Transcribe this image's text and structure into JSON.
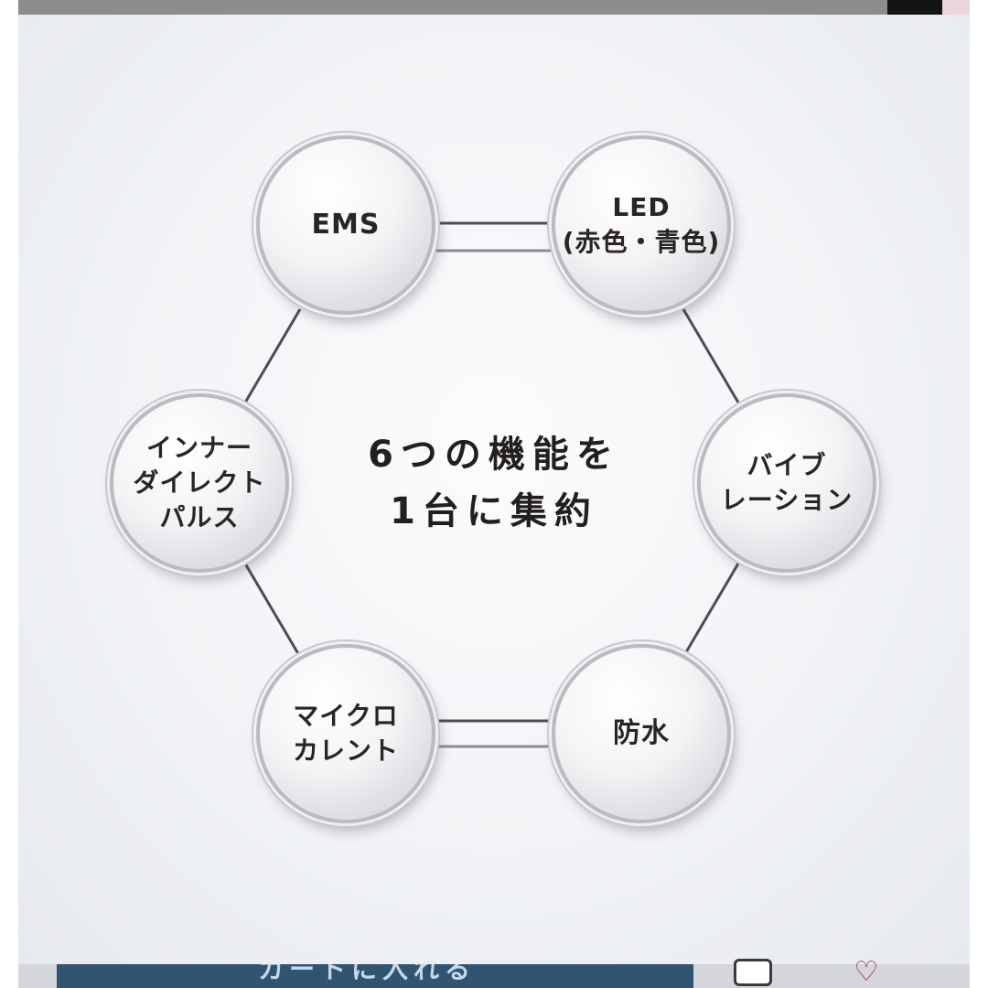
{
  "diagram": {
    "center_text": {
      "line1": "6つの機能を",
      "line2": "1台に集約"
    },
    "nodes": [
      {
        "id": "ems",
        "label": "EMS"
      },
      {
        "id": "led",
        "label": "LED\n(赤色・青色)"
      },
      {
        "id": "vibration",
        "label": "バイブ\nレーション"
      },
      {
        "id": "waterproof",
        "label": "防水"
      },
      {
        "id": "microcurrent",
        "label": "マイクロ\nカレント"
      },
      {
        "id": "inner-direct-pulse",
        "label": "インナー\nダイレクト\nパルス"
      }
    ],
    "colors": {
      "text": "#2a2422",
      "connector": "#4a4d55",
      "bottom_bar": "#305572",
      "heart": "#9a2a3e"
    }
  },
  "bottom_bar": {
    "text": "カートに入れる"
  },
  "icons": {
    "bottom_left": "square-outline-icon",
    "bottom_right": "heart-icon"
  }
}
